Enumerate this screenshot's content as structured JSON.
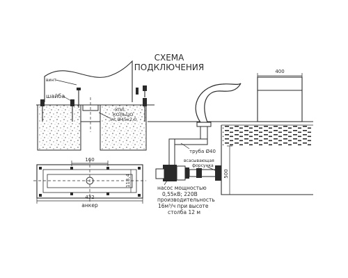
{
  "title": {
    "line1": "СХЕМА",
    "line2": "ПОДКЛЮЧЕНИЯ"
  },
  "labels": {
    "screw": "винт",
    "washer": "шайба",
    "seal_line1": "УПЛ.",
    "seal_line2": "КОЛЬЦО",
    "seal_line3": "Int Ø45x2,0",
    "pipe": "труба Ø40",
    "nozzle_line1": "всасывающая",
    "nozzle_line2": "форсунка",
    "pump_line1": "насос мощностью",
    "pump_line2": "0,55кВ; 220В",
    "pump_line3": "производительность",
    "pump_line4": "16м³/ч при высоте",
    "pump_line5": "столба 12 м",
    "anchor": "анкер"
  },
  "dimensions": {
    "top_width": "400",
    "anchor_spacing": "160",
    "anchor_height": "113,4",
    "total_length": "432",
    "depth": "500"
  }
}
